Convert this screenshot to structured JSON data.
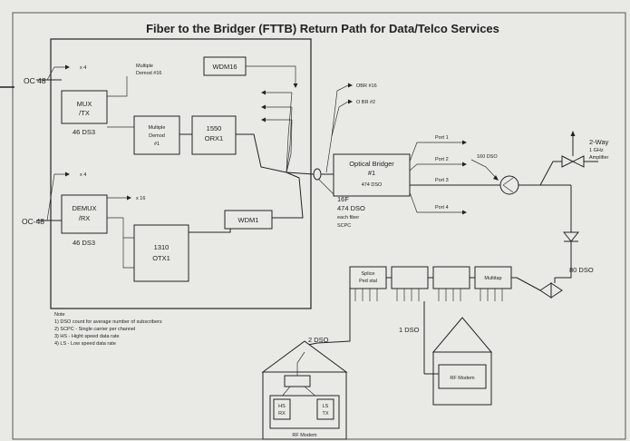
{
  "title": "Fiber to the Bridger (FTTB) Return Path for Data/Telco Services",
  "left": {
    "oc48_top": "OC 48",
    "oc48_bottom": "OC-48",
    "x4_top": "x 4",
    "x4_bottom": "x 4",
    "mux_l1": "MUX",
    "mux_l2": "/TX",
    "ds3_top": "46 DS3",
    "demux_l1": "DEMUX",
    "demux_l2": "/RX",
    "ds3_bottom": "46 DS3",
    "multi_demod_l1": "Multiple",
    "multi_demod_l2": "Demod #16",
    "demod_box_l1": "Multiple",
    "demod_box_l2": "Demod",
    "demod_box_l3": "#1",
    "orx_l1": "1550",
    "orx_l2": "ORX1",
    "x16": "x 16",
    "otx_l1": "1310",
    "otx_l2": "OTX1",
    "wdm16": "WDM16",
    "wdm1": "WDM1"
  },
  "center": {
    "obr16": "OBR #16",
    "obr2": "O BR #2",
    "bridger_l1": "Optical Bridger",
    "bridger_l2": "#1",
    "bridger_l3": "474 DSO",
    "port1": "Port 1",
    "port2": "Port 2",
    "port3": "Port 3",
    "port4": "Port 4",
    "fiber_l1": "16F",
    "fiber_l2": "474 DSO",
    "fiber_l3": "each fiber",
    "fiber_l4": "SCPC"
  },
  "right": {
    "dso160": "160 DSO",
    "amp_l1": "2-Way",
    "amp_l2": "1 GHz",
    "amp_l3": "Amplifier",
    "dso80": "80 DSO",
    "splice_l1": "Splice",
    "splice_l2": "Ped stal",
    "multitap": "Multitap"
  },
  "notes": {
    "heading": "Note",
    "n1": "1) DSO count for average number of subscribers",
    "n2": "2) SCPC - Single carrier per channel",
    "n3": "3) HS - Hight speed data rate",
    "n4": "4) LS - Low speed data rate"
  },
  "homes": {
    "dso2": "2 DSO",
    "dso1": "1 DSO",
    "rf_modem_right": "RF Modem",
    "rf_modem_left": "RF Modem",
    "hs_l1": "HS",
    "hs_l2": "RX",
    "ls_l1": "LS",
    "ls_l2": "TX"
  }
}
